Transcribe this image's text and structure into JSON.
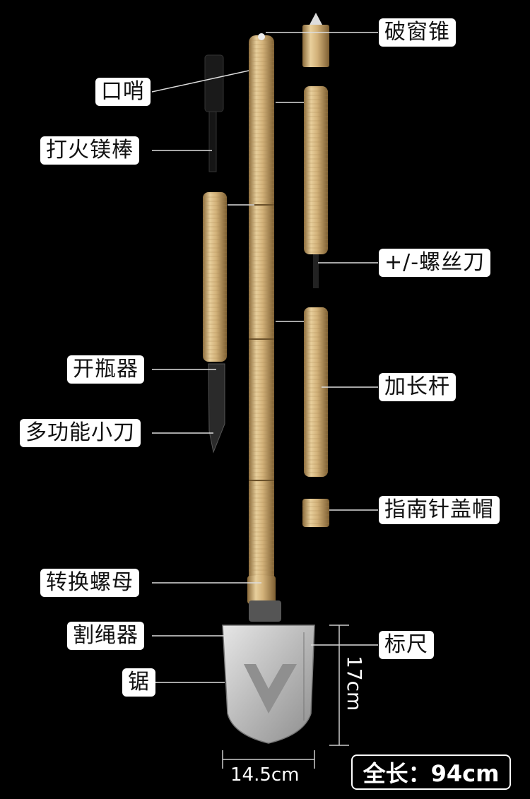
{
  "labels": {
    "glass_breaker": "破窗锥",
    "whistle": "口哨",
    "fire_starter": "打火镁棒",
    "screwdriver": "+/-螺丝刀",
    "bottle_opener": "开瓶器",
    "extension_rod": "加长杆",
    "knife": "多功能小刀",
    "compass_cap": "指南针盖帽",
    "adapter_nut": "转换螺母",
    "rope_cutter": "割绳器",
    "ruler": "标尺",
    "saw": "锯"
  },
  "dimensions": {
    "width": "14.5cm",
    "height": "17cm",
    "total": "全长：94cm"
  },
  "colors": {
    "background": "#000000",
    "gold": "#d3b27a",
    "blade": "#c8c8c8",
    "label_bg": "#ffffff"
  }
}
